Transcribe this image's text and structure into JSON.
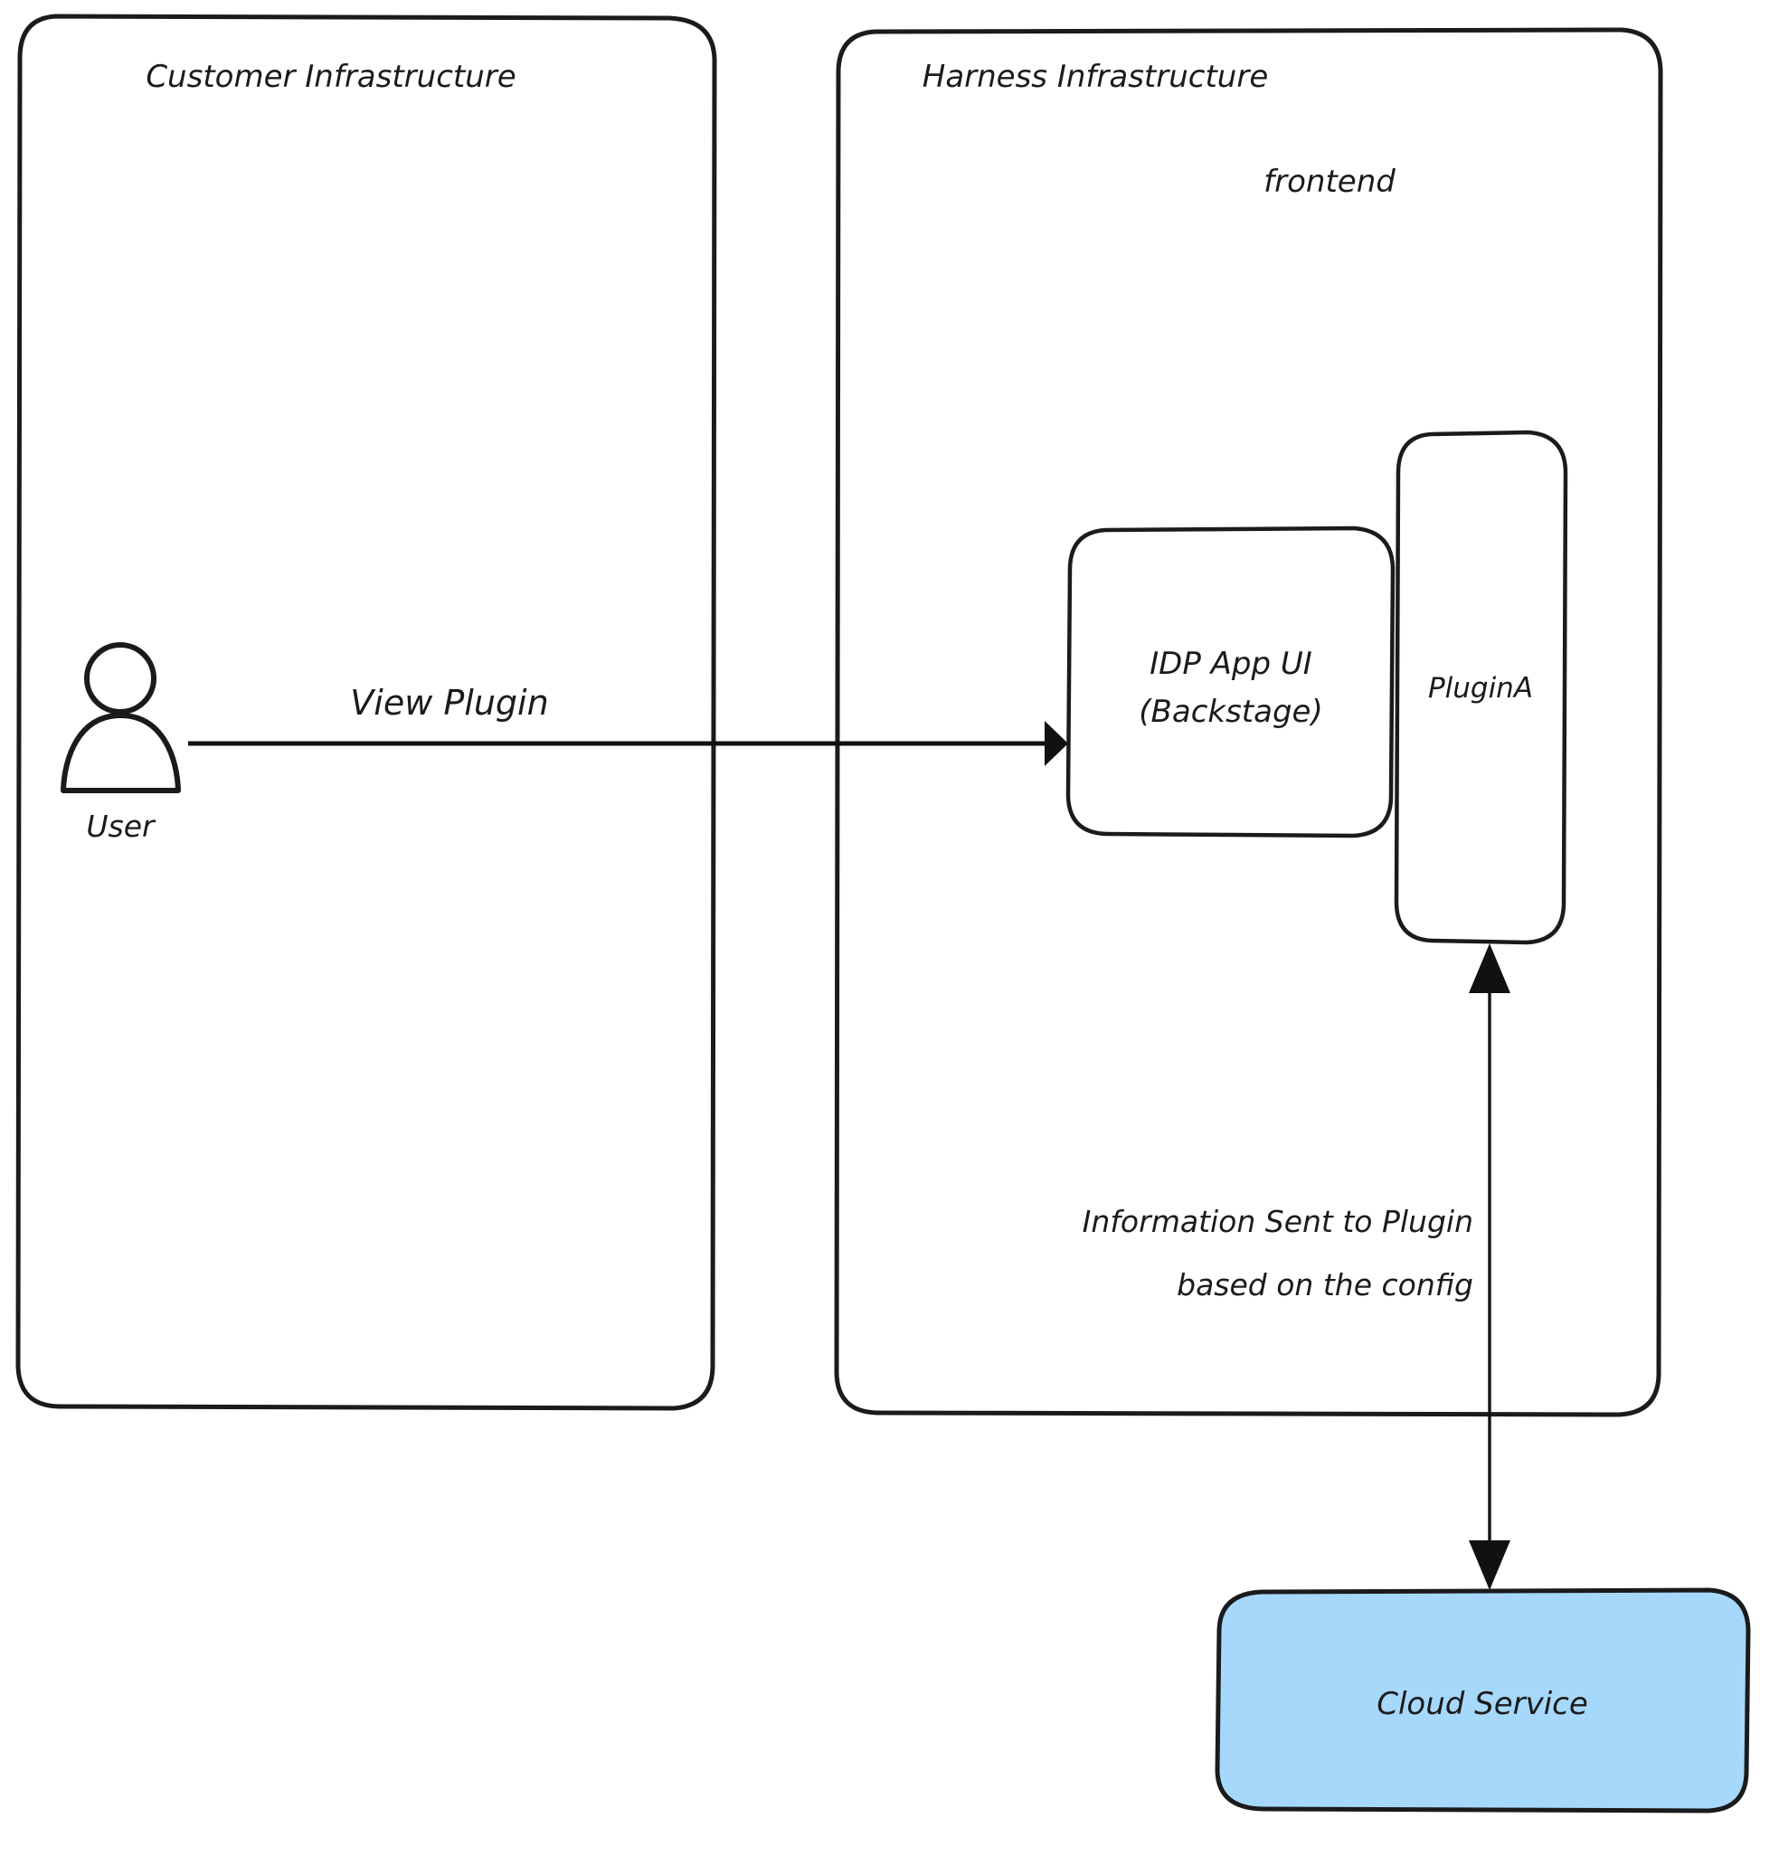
{
  "diagram": {
    "type": "architecture-flow",
    "background_color": "#ffffff",
    "stroke_color": "#1b1b1b",
    "containers": [
      {
        "id": "customer-infrastructure",
        "title": "Customer Infrastructure",
        "fill": "#ffffff",
        "border_color": "#1b1b1b"
      },
      {
        "id": "harness-infrastructure",
        "title": "Harness Infrastructure",
        "fill": "#ffffff",
        "border_color": "#1b1b1b"
      }
    ],
    "groups": [
      {
        "id": "frontend",
        "title": "frontend",
        "parent": "harness-infrastructure"
      }
    ],
    "nodes": [
      {
        "id": "user",
        "label": "User",
        "shape": "actor",
        "fill_pattern": "crosshatch",
        "pattern_color": "#c3cad6",
        "parent": "customer-infrastructure"
      },
      {
        "id": "idp-app-ui",
        "label_line1": "IDP App UI",
        "label_line2": "(Backstage)",
        "shape": "rounded-rect",
        "fill": "#ffffff",
        "parent": "frontend"
      },
      {
        "id": "plugin-a",
        "label": "PluginA",
        "shape": "rounded-rect",
        "fill": "#ffffff",
        "parent": "frontend"
      },
      {
        "id": "cloud-service",
        "label": "Cloud Service",
        "shape": "rounded-rect",
        "fill": "#a6d8fb",
        "border_color": "#1b1b1b"
      }
    ],
    "edges": [
      {
        "id": "view-plugin",
        "from": "user",
        "to": "idp-app-ui",
        "label": "View Plugin",
        "direction": "one-way",
        "orientation": "horizontal"
      },
      {
        "id": "information-sent",
        "from": "cloud-service",
        "to": "plugin-a",
        "label_line1": "Information Sent to Plugin",
        "label_line2": "based on the config",
        "direction": "two-way",
        "orientation": "vertical"
      }
    ]
  }
}
